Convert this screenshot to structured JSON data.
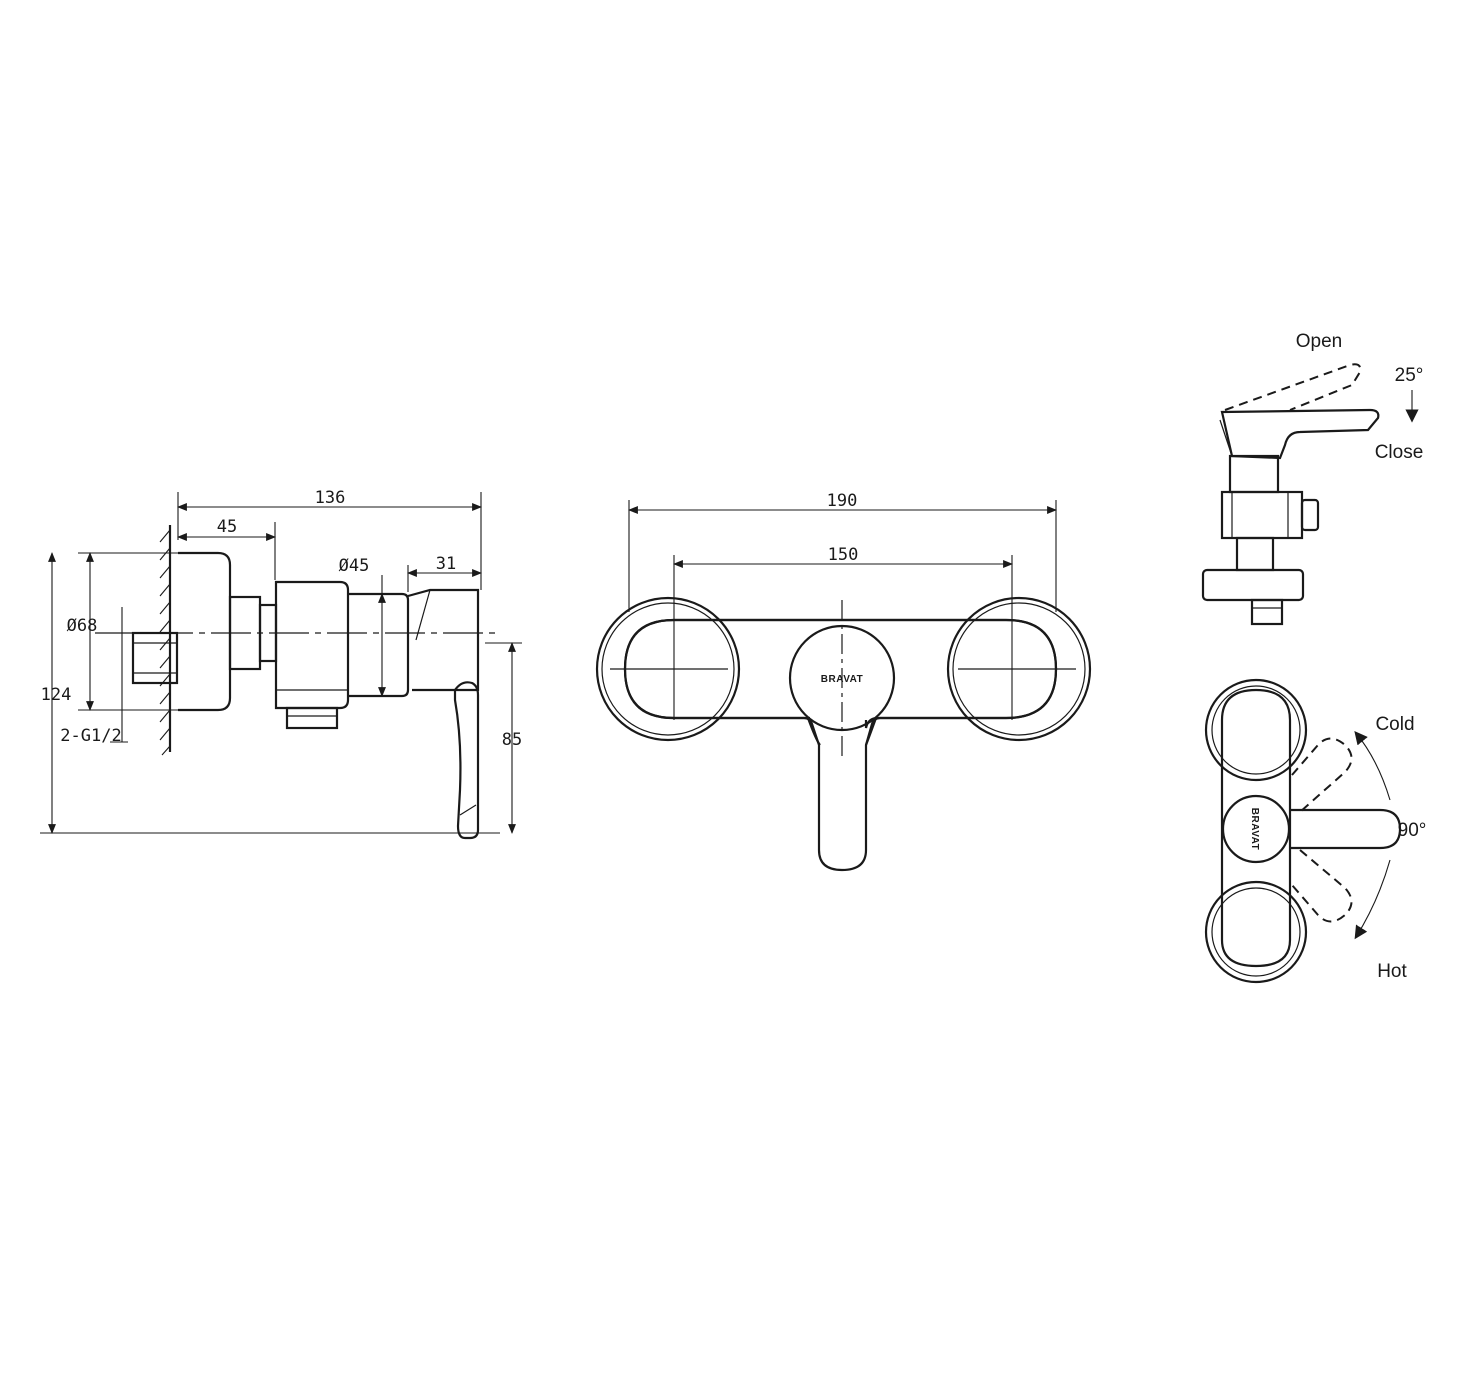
{
  "side_view": {
    "dim_overall_depth": "136",
    "dim_wall_to_body": "45",
    "dim_body_diameter": "Ø45",
    "dim_handle_depth": "31",
    "dim_flange_diameter": "Ø68",
    "dim_total_height": "124",
    "dim_inlet_thread": "2-G1/2",
    "dim_handle_height": "85"
  },
  "front_view": {
    "dim_overall_width": "190",
    "dim_inlet_centres": "150",
    "brand_logo": "BRAVAT"
  },
  "operation_lift": {
    "open_label": "Open",
    "angle_label": "25°",
    "close_label": "Close"
  },
  "operation_rotate": {
    "cold_label": "Cold",
    "angle_label": "90°",
    "hot_label": "Hot",
    "brand_logo": "BRAVAT"
  }
}
